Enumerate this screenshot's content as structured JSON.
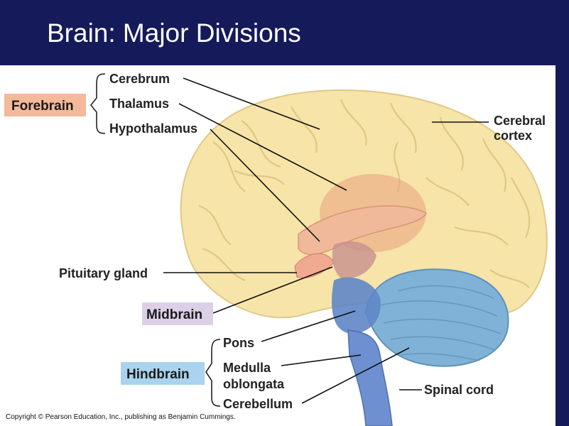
{
  "slide": {
    "title": "Brain: Major Divisions",
    "copyright": "Copyright © Pearson Education, Inc., publishing as Benjamin Cummings."
  },
  "groups": {
    "forebrain": "Forebrain",
    "midbrain": "Midbrain",
    "hindbrain": "Hindbrain"
  },
  "labels": {
    "cerebrum": "Cerebrum",
    "thalamus": "Thalamus",
    "hypothalamus": "Hypothalamus",
    "cerebral_cortex_1": "Cerebral",
    "cerebral_cortex_2": "cortex",
    "pituitary_gland": "Pituitary gland",
    "pons": "Pons",
    "medulla_1": "Medulla",
    "medulla_2": "oblongata",
    "cerebellum": "Cerebellum",
    "spinal_cord": "Spinal cord"
  },
  "colors": {
    "header": "#141a5a",
    "cerebrum": "#f7e4a8",
    "forebrain_box": "#f4b89a",
    "midbrain_box": "#dcd0e8",
    "hindbrain_box": "#a9d3ee",
    "cerebellum": "#7fb2d6",
    "brainstem": "#5f86c6",
    "thalamus": "#e9a07e"
  }
}
